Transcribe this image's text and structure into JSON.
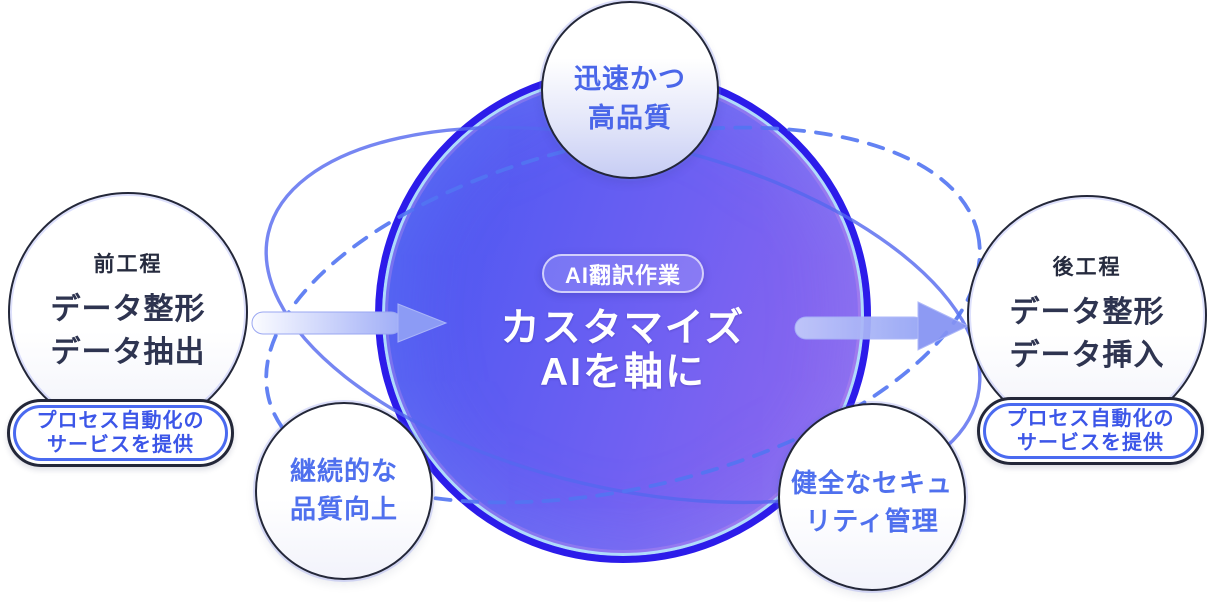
{
  "center": {
    "badge": "AI翻訳作業",
    "title_line1": "カスタマイズ",
    "title_line2": "AIを軸に"
  },
  "bubbles": {
    "top": {
      "line1": "迅速かつ",
      "line2": "高品質"
    },
    "bottom_left": {
      "line1": "継続的な",
      "line2": "品質向上"
    },
    "bottom_right": {
      "line1": "健全なセキュ",
      "line2": "リティ管理"
    }
  },
  "left_node": {
    "label": "前工程",
    "line1": "データ整形",
    "line2": "データ抽出",
    "pill_line1": "プロセス自動化の",
    "pill_line2": "サービスを提供"
  },
  "right_node": {
    "label": "後工程",
    "line1": "データ整形",
    "line2": "データ挿入",
    "pill_line1": "プロセス自動化の",
    "pill_line2": "サービスを提供"
  },
  "colors": {
    "circle_gradient_start": "#4a57f1",
    "circle_gradient_end": "#9267ee",
    "circle_border": "#2c1cea",
    "circle_inner_rim": "#b2e0fb",
    "dark_outline": "#232739",
    "dark_text": "#2e3450",
    "blue_text": "#4f70ee",
    "pill_text": "#3c56e8",
    "pill_border": "#4a6af0",
    "orbit_solid": "#5468ef",
    "orbit_dashed": "#5274f2",
    "arrow_fill": "#8f9ef5"
  }
}
